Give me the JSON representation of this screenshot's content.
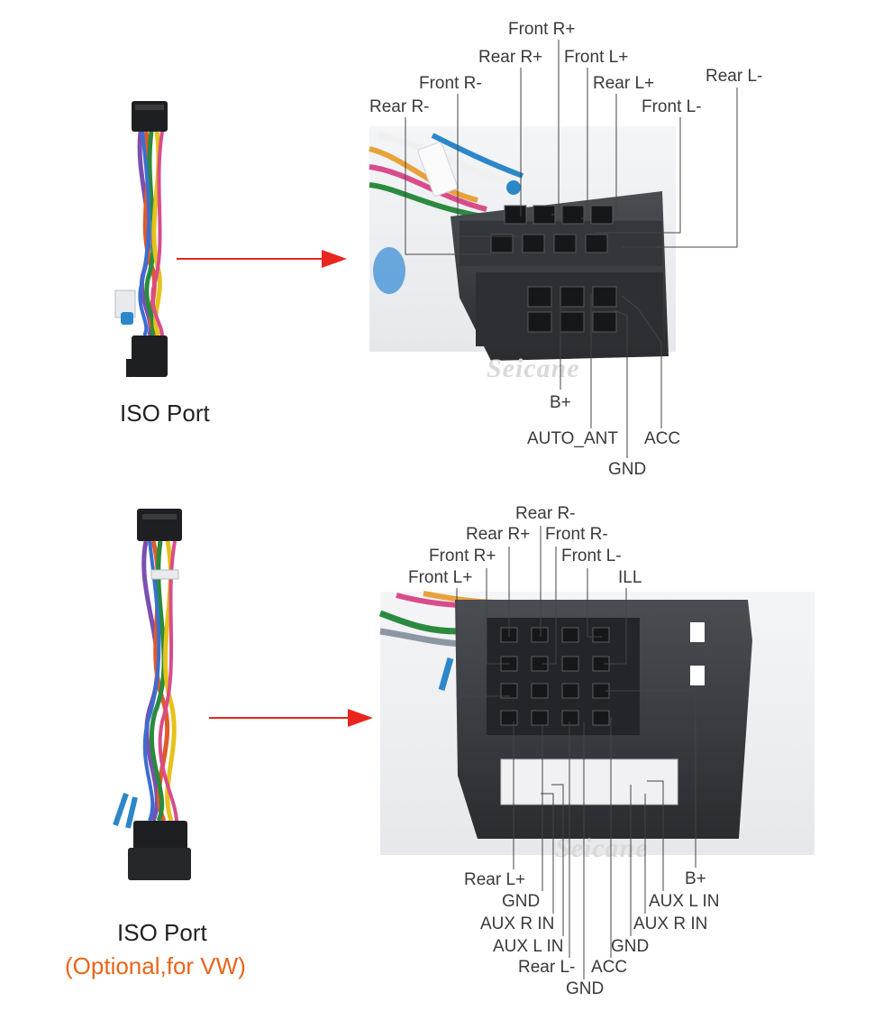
{
  "colors": {
    "arrow": "#e8261e",
    "callout": "#444444",
    "accent": "#e8651a"
  },
  "watermark": "Seicane",
  "panels": [
    {
      "caption": "ISO Port",
      "subcaption": "",
      "top_labels": [
        {
          "id": "t1",
          "text": "Front R+"
        },
        {
          "id": "t2",
          "text": "Rear R+"
        },
        {
          "id": "t3",
          "text": "Front L+"
        },
        {
          "id": "t4",
          "text": "Front R-"
        },
        {
          "id": "t5",
          "text": "Rear L+"
        },
        {
          "id": "t6",
          "text": "Rear L-"
        },
        {
          "id": "t7",
          "text": "Rear R-"
        },
        {
          "id": "t8",
          "text": "Front L-"
        }
      ],
      "bottom_labels": [
        {
          "id": "b1",
          "text": "B+"
        },
        {
          "id": "b2",
          "text": "AUTO_ANT"
        },
        {
          "id": "b3",
          "text": "ACC"
        },
        {
          "id": "b4",
          "text": "GND"
        }
      ]
    },
    {
      "caption": "ISO Port",
      "subcaption": "(Optional,for VW)",
      "top_labels": [
        {
          "id": "t1",
          "text": "Rear R-"
        },
        {
          "id": "t2",
          "text": "Rear R+"
        },
        {
          "id": "t3",
          "text": "Front R-"
        },
        {
          "id": "t4",
          "text": "Front R+"
        },
        {
          "id": "t5",
          "text": "Front L-"
        },
        {
          "id": "t6",
          "text": "Front L+"
        },
        {
          "id": "t7",
          "text": "ILL"
        }
      ],
      "bottom_labels": [
        {
          "id": "b1",
          "text": "Rear L+"
        },
        {
          "id": "b2",
          "text": "B+"
        },
        {
          "id": "b3",
          "text": "GND"
        },
        {
          "id": "b4",
          "text": "AUX L IN"
        },
        {
          "id": "b5",
          "text": "AUX R IN"
        },
        {
          "id": "b6",
          "text": "AUX R IN"
        },
        {
          "id": "b7",
          "text": "AUX L IN"
        },
        {
          "id": "b8",
          "text": "GND"
        },
        {
          "id": "b9",
          "text": "Rear L-"
        },
        {
          "id": "b10",
          "text": "ACC"
        },
        {
          "id": "b11",
          "text": "GND"
        }
      ]
    }
  ]
}
